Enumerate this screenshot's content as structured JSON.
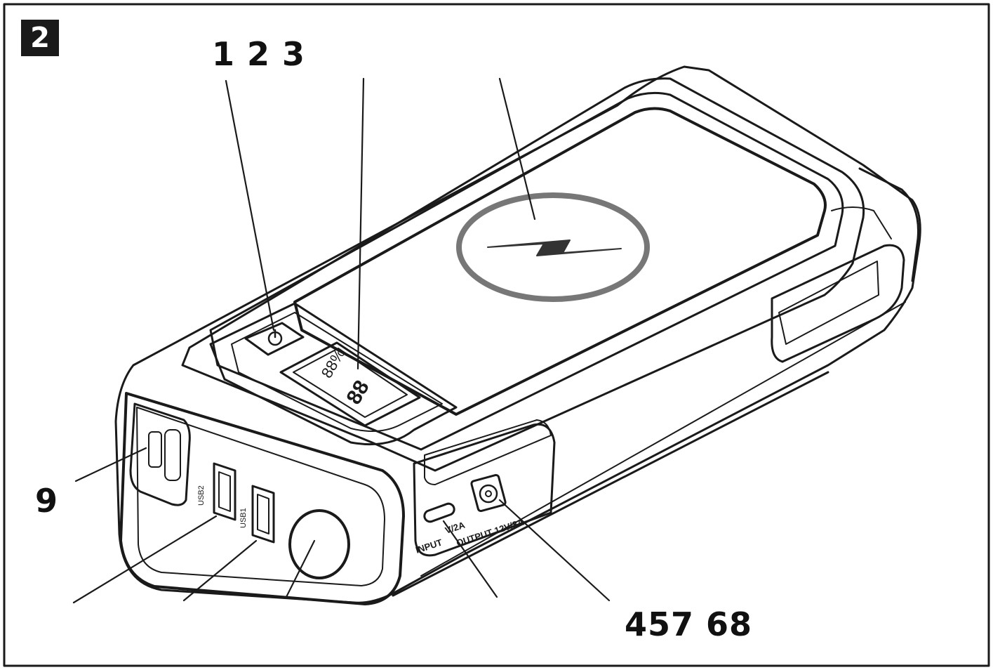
{
  "figure": {
    "number": "2",
    "callouts": {
      "top": "1 2 3",
      "left": "9",
      "bottom_right": "457 68"
    }
  },
  "device": {
    "port_labels": {
      "usb1": "USB1",
      "usb2": "USB2",
      "input": "INPUT",
      "input_rating": "V/2A",
      "output": "OUTPUT 12V/8A"
    },
    "icons": [
      "power-button-icon",
      "wireless-charging-icon",
      "lcd-display",
      "flashlight-lens",
      "usb-ports",
      "usb-c-port",
      "dc-output-port",
      "ec5-connector-icon"
    ]
  },
  "colors": {
    "line": "#1a1a1a",
    "ring": "#777777",
    "bolt": "#333333",
    "background": "#ffffff"
  }
}
